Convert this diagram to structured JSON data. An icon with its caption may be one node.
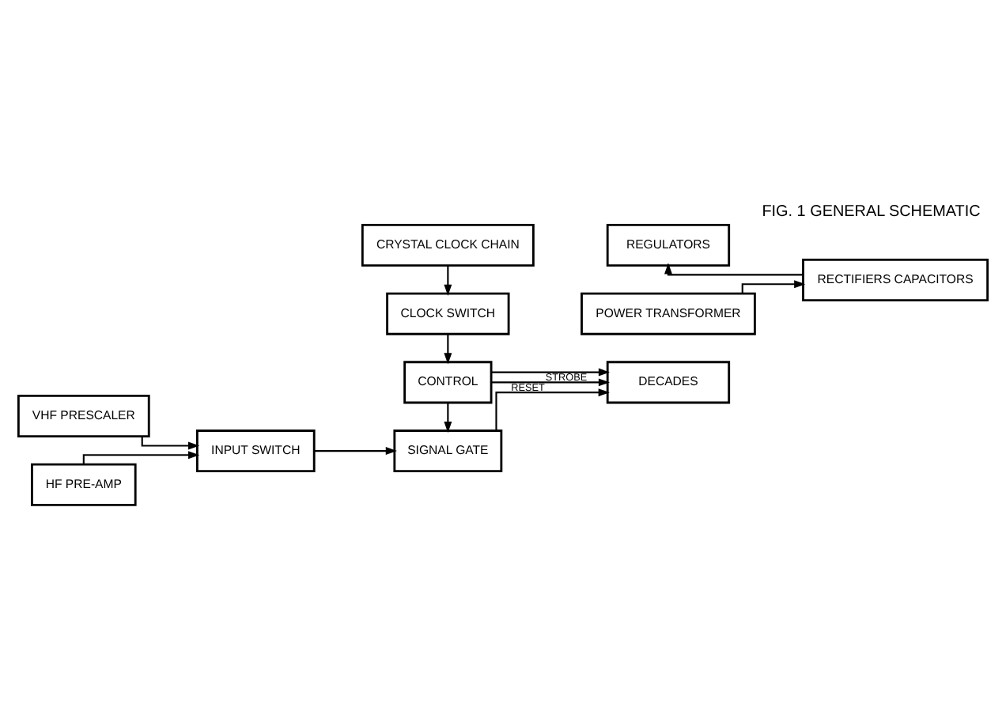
{
  "diagram": {
    "title": "FIG. 1 GENERAL SCHEMATIC",
    "nodes": [
      {
        "text": [
          "VHF PRESCALER"
        ]
      },
      {
        "text": [
          "HF PRE-AMP"
        ]
      },
      {
        "text": [
          "INPUT SWITCH"
        ]
      },
      {
        "text": [
          "SIGNAL GATE"
        ]
      },
      {
        "text": [
          "DECADES"
        ]
      },
      {
        "text": [
          "CONTROL"
        ]
      },
      {
        "text": [
          "CLOCK SWITCH"
        ]
      },
      {
        "text": [
          "RECTIFIERS CAPACITORS"
        ]
      },
      {
        "text": [
          "POWER TRANSFORMER"
        ]
      },
      {
        "text": [
          "CRYSTAL CLOCK CHAIN"
        ]
      },
      {
        "text": [
          "REGULATORS"
        ]
      }
    ],
    "edges": [
      {
        "from": 0,
        "to": 2,
        "arrow": "to"
      },
      {
        "from": 1,
        "to": 2,
        "arrow": "to"
      },
      {
        "from": 2,
        "to": 3,
        "arrow": "to"
      },
      {
        "from": 3,
        "to": 4,
        "arrow": "to"
      },
      {
        "from": 5,
        "to": 3,
        "arrow": "to"
      },
      {
        "from": 5,
        "to": 4,
        "arrow": "to",
        "label": "RESET"
      },
      {
        "from": 5,
        "to": 4,
        "arrow": "to",
        "label": "STROBE"
      },
      {
        "from": 6,
        "to": 5,
        "arrow": "to"
      },
      {
        "from": 9,
        "to": 6,
        "arrow": "to"
      },
      {
        "from": 8,
        "to": 7,
        "arrow": "to"
      },
      {
        "from": 7,
        "to": 10,
        "arrow": "to"
      }
    ]
  }
}
